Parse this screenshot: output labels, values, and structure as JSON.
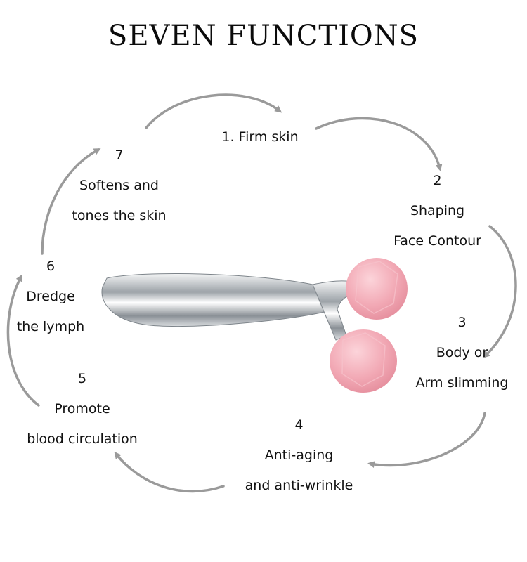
{
  "title": "SEVEN FUNCTIONS",
  "functions": [
    {
      "lines": [
        "1. Firm skin"
      ]
    },
    {
      "lines": [
        "2",
        "Shaping",
        "Face Contour"
      ]
    },
    {
      "lines": [
        "3",
        "Body or",
        "Arm slimming"
      ]
    },
    {
      "lines": [
        "4",
        "Anti-aging",
        "and anti-wrinkle"
      ]
    },
    {
      "lines": [
        "5",
        "Promote",
        "blood circulation"
      ]
    },
    {
      "lines": [
        "6",
        "Dredge",
        "the lymph"
      ]
    },
    {
      "lines": [
        "7",
        "Softens and",
        "tones the skin"
      ]
    }
  ],
  "colors": {
    "arrow": "#9a9a9a",
    "roller_pink": "#f2a9b5",
    "metal": "#c8ccd0"
  }
}
